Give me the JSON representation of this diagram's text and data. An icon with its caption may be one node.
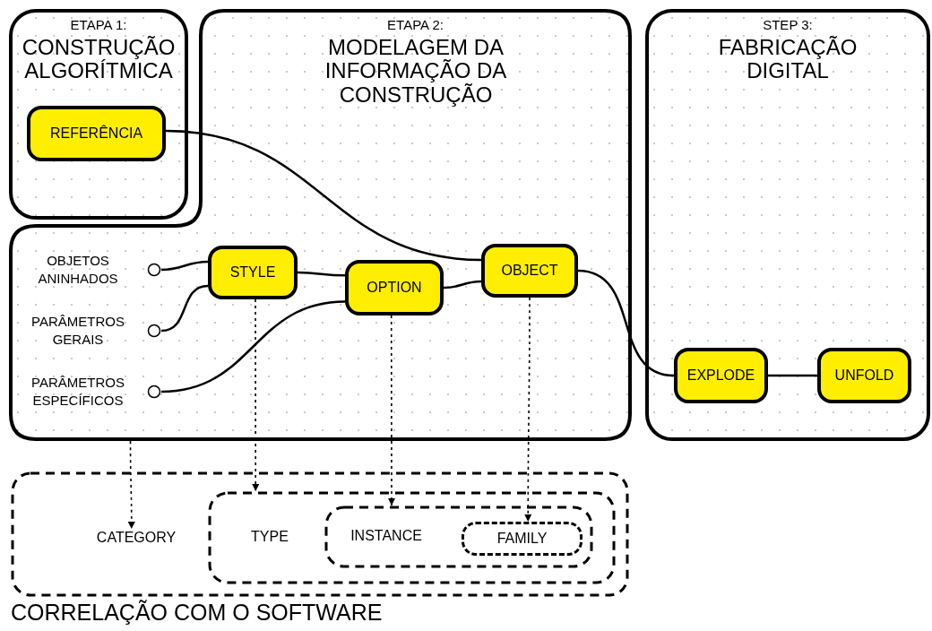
{
  "diagram": {
    "nodes": [
      {
        "text": [
          "ETAPA 1:",
          "CONSTRUÇÃO ALGORÍTMICA"
        ]
      },
      {
        "text": [
          "REFERÊNCIA"
        ],
        "in": 0
      },
      {
        "text": [
          "ETAPA 2:",
          "MODELAGEM DA INFORMAÇÃO DA CONSTRUÇÃO"
        ]
      },
      {
        "text": [
          "OBJETOS ANINHADOS"
        ],
        "in": 2
      },
      {
        "text": [
          "PARÂMETROS GERAIS"
        ],
        "in": 2
      },
      {
        "text": [
          "PARÂMETROS ESPECÍFICOS"
        ],
        "in": 2
      },
      {
        "text": [
          "STYLE"
        ],
        "in": 2
      },
      {
        "text": [
          "OPTION"
        ],
        "in": 2
      },
      {
        "text": [
          "OBJECT"
        ],
        "in": 2
      },
      {
        "text": [
          "STEP 3:",
          "FABRICAÇÃO DIGITAL"
        ]
      },
      {
        "text": [
          "EXPLODE"
        ],
        "in": 9
      },
      {
        "text": [
          "UNFOLD"
        ],
        "in": 9
      },
      {
        "text": [
          "CORRELAÇÃO COM O SOFTWARE"
        ]
      },
      {
        "text": [
          "CATEGORY"
        ],
        "in": 12
      },
      {
        "text": [
          "TYPE"
        ],
        "in": 12
      },
      {
        "text": [
          "INSTANCE"
        ],
        "in": 14
      },
      {
        "text": [
          "FAMILY"
        ],
        "in": 15
      }
    ],
    "edges": [
      {
        "from": 1,
        "to": 8,
        "arrow": "none"
      },
      {
        "from": 3,
        "to": 6,
        "arrow": "none"
      },
      {
        "from": 4,
        "to": 6,
        "arrow": "none"
      },
      {
        "from": 6,
        "to": 7,
        "arrow": "none"
      },
      {
        "from": 5,
        "to": 7,
        "arrow": "none"
      },
      {
        "from": 7,
        "to": 8,
        "arrow": "none"
      },
      {
        "from": 8,
        "to": 10,
        "arrow": "none"
      },
      {
        "from": 10,
        "to": 11,
        "arrow": "none"
      },
      {
        "from": 2,
        "to": 13,
        "arrow": "to",
        "style": "dashed"
      },
      {
        "from": 6,
        "to": 14,
        "arrow": "to",
        "style": "dashed"
      },
      {
        "from": 7,
        "to": 15,
        "arrow": "to",
        "style": "dashed"
      },
      {
        "from": 8,
        "to": 16,
        "arrow": "to",
        "style": "dashed"
      }
    ]
  }
}
